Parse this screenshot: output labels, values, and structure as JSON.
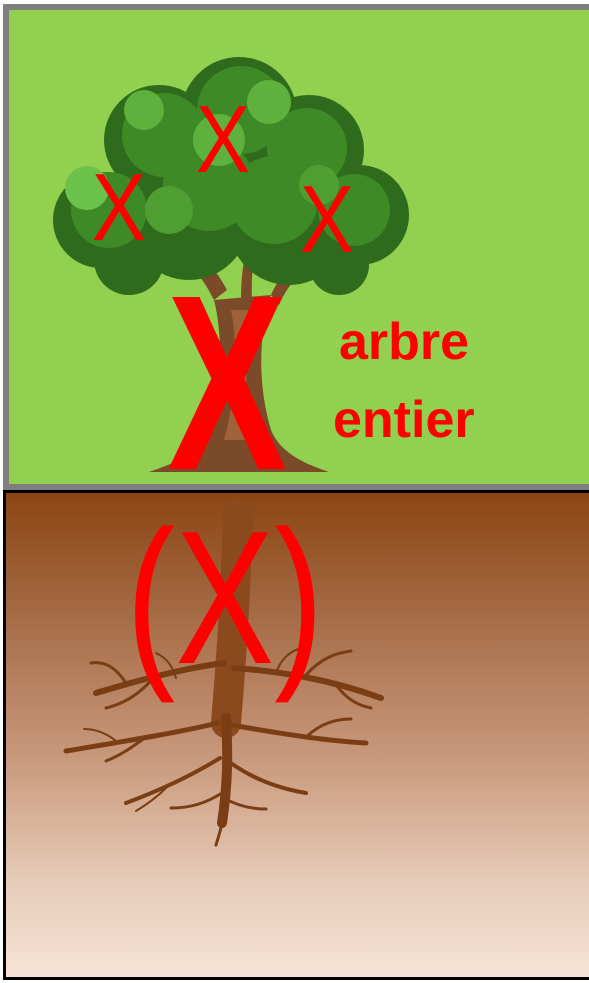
{
  "diagram": {
    "top_panel": {
      "background_color": "#92d050",
      "border_color": "#7f7f7f",
      "crown_marks": [
        "X",
        "X",
        "X"
      ],
      "trunk_mark": "X",
      "label_lines": [
        "arbre",
        "entier"
      ],
      "mark_color": "#ff0000"
    },
    "bottom_panel": {
      "background_gradient": [
        "#8b4513",
        "#f7e3d6"
      ],
      "border_color": "#000000",
      "root_mark": "(X)",
      "mark_color": "#ff0000"
    }
  }
}
